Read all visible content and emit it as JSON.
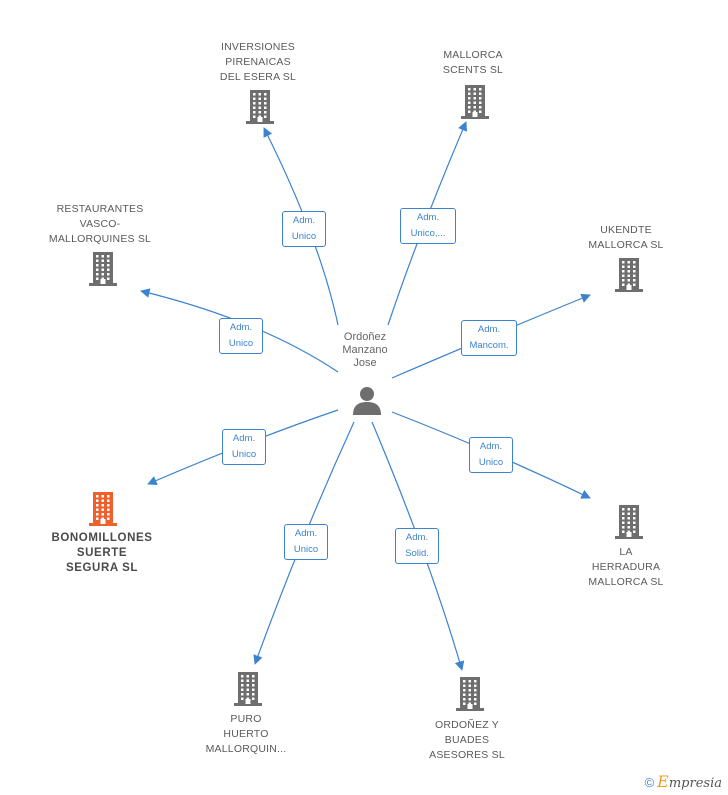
{
  "center": {
    "name": "Ordoñez\nManzano\nJose",
    "icon": "person-icon"
  },
  "companies": [
    {
      "id": "inversiones",
      "name": "INVERSIONES\nPIRENAICAS\nDEL ESERA  SL",
      "role": "Adm.\nUnico",
      "icon": "building-icon",
      "highlight": false
    },
    {
      "id": "mallorca-scents",
      "name": "MALLORCA\nSCENTS SL",
      "role": "Adm.\nUnico,...",
      "icon": "building-icon",
      "highlight": false
    },
    {
      "id": "restaurantes",
      "name": "RESTAURANTES\nVASCO-\nMALLORQUINES SL",
      "role": "Adm.\nUnico",
      "icon": "building-icon",
      "highlight": false
    },
    {
      "id": "ukendte",
      "name": "UKENDTE\nMALLORCA SL",
      "role": "Adm.\nMancom.",
      "icon": "building-icon",
      "highlight": false
    },
    {
      "id": "bonomillones",
      "name": "BONOMILLONES\nSUERTE\nSEGURA SL",
      "role": "Adm.\nUnico",
      "icon": "building-icon",
      "highlight": true
    },
    {
      "id": "herradura",
      "name": "LA\nHERRADURA\nMALLORCA SL",
      "role": "Adm.\nUnico",
      "icon": "building-icon",
      "highlight": false
    },
    {
      "id": "puro-huerto",
      "name": "PURO\nHUERTO\nMALLORQUIN...",
      "role": "Adm.\nUnico",
      "icon": "building-icon",
      "highlight": false
    },
    {
      "id": "ordonez-buades",
      "name": "ORDOÑEZ Y\nBUADES\nASESORES SL",
      "role": "Adm.\nSolid.",
      "icon": "building-icon",
      "highlight": false
    }
  ],
  "colors": {
    "edge": "#3c83cf",
    "building": "#6e6e6e",
    "building_highlight": "#f0602c",
    "person": "#6e6e6e"
  },
  "footer": {
    "copyright": "©",
    "brand_initial": "E",
    "brand_rest": "mpresia"
  }
}
